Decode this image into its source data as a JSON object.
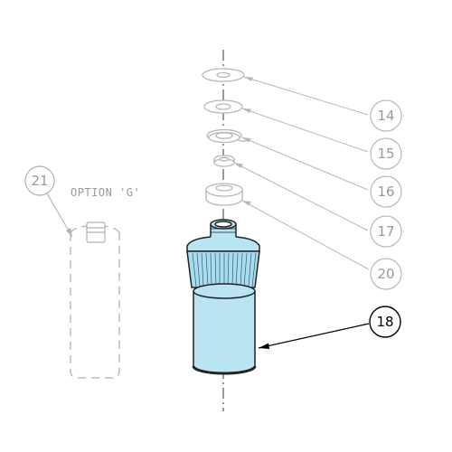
{
  "option_label": "OPTION 'G'",
  "callouts": [
    {
      "id": "14",
      "label": "14",
      "state": "muted"
    },
    {
      "id": "15",
      "label": "15",
      "state": "muted"
    },
    {
      "id": "16",
      "label": "16",
      "state": "muted"
    },
    {
      "id": "17",
      "label": "17",
      "state": "muted"
    },
    {
      "id": "20",
      "label": "20",
      "state": "muted"
    },
    {
      "id": "21",
      "label": "21",
      "state": "muted"
    },
    {
      "id": "18",
      "label": "18",
      "state": "active"
    }
  ],
  "colors": {
    "muted_line": "#b8b8b8",
    "active_line": "#000000",
    "filter_fill": "#b9e4f2",
    "pleat_fill": "#a9dcee",
    "outline": "#222222"
  }
}
